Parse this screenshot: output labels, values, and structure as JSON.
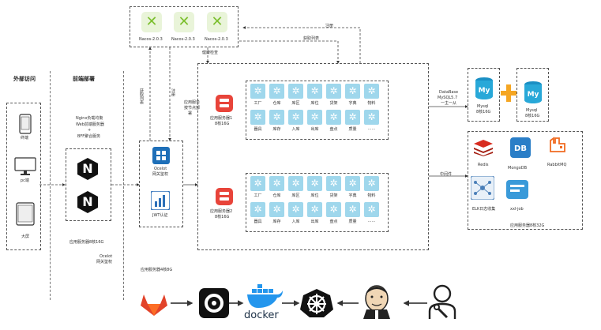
{
  "sections": {
    "external": "外部访问",
    "frontend": "前端部署"
  },
  "devices": {
    "phone": "终端",
    "pc": "pc端",
    "screen": "大屏"
  },
  "nginx": {
    "line1": "Nginx负载均衡",
    "line2": "Web前端服务器",
    "line3": "+",
    "line4": "BFF聚合服务",
    "server": "应用服务器8核16G",
    "ocelot_line1": "Ocelot",
    "ocelot_line2": "网关鉴权"
  },
  "nacos": [
    "Nacos-2.0.3",
    "Nacos-2.0.3",
    "Nacos-2.0.3"
  ],
  "gateway": {
    "ocelot_line1": "Ocelot",
    "ocelot_line2": "网关鉴权",
    "jwt": "JWT认证",
    "server": "应用服务器4核8G"
  },
  "arrows": {
    "register": "注册",
    "fetch_list": "获取列表",
    "fetch_list2": "获取列表",
    "register2": "注册",
    "health": "健康检查",
    "deploy_line1": "应用服务",
    "deploy_line2": "按节点部",
    "deploy_line3": "署",
    "db_line1": "DataBase",
    "db_line2": "MySQL5.7",
    "db_line3": "一主一从",
    "middleware": "中间件"
  },
  "app_servers": [
    {
      "line1": "应用服务器1",
      "line2": "8核16G",
      "row1": [
        "工厂",
        "仓库",
        "库区",
        "库位",
        "货架",
        "字典",
        "物料"
      ],
      "row2": [
        "器具",
        "库存",
        "入库",
        "出库",
        "盘点",
        "质量",
        "......"
      ]
    },
    {
      "line1": "应用服务器2",
      "line2": "8核16G",
      "row1": [
        "工厂",
        "仓库",
        "库区",
        "库位",
        "货架",
        "字典",
        "物料"
      ],
      "row2": [
        "器具",
        "库存",
        "入库",
        "出库",
        "盘点",
        "质量",
        "......"
      ]
    }
  ],
  "mysql": {
    "name1": "Mysql",
    "spec1": "8核16G",
    "name2": "Mysql",
    "spec2": "8核16G"
  },
  "middleware_items": {
    "redis": "Redis",
    "mongo": "MongoDB",
    "rabbit": "RabbitMQ",
    "elk": "ELK日志收集",
    "xxl": "xxl-job",
    "server": "应用服务器8核32G"
  },
  "pipeline": {
    "docker": "docker"
  },
  "colors": {
    "cell_blue": "#9fd7ec",
    "nacos_green": "#7cbf2f",
    "app_red": "#e8443a",
    "mysql_blue": "#28a8d8",
    "plus_orange": "#f5a623",
    "gitlab_orange": "#e2432a",
    "docker_blue": "#2496ed"
  },
  "icons": [
    "phone-icon",
    "desktop-icon",
    "tablet-icon",
    "nginx-icon",
    "nacos-icon",
    "ocelot-icon",
    "jwt-icon",
    "app-server-icon",
    "gear-icon",
    "mysql-icon",
    "plus-icon",
    "redis-icon",
    "mongodb-icon",
    "rabbitmq-icon",
    "elk-icon",
    "xxl-job-icon",
    "gitlab-icon",
    "circleci-icon",
    "docker-icon",
    "kubernetes-icon",
    "jenkins-icon",
    "user-wrench-icon"
  ]
}
